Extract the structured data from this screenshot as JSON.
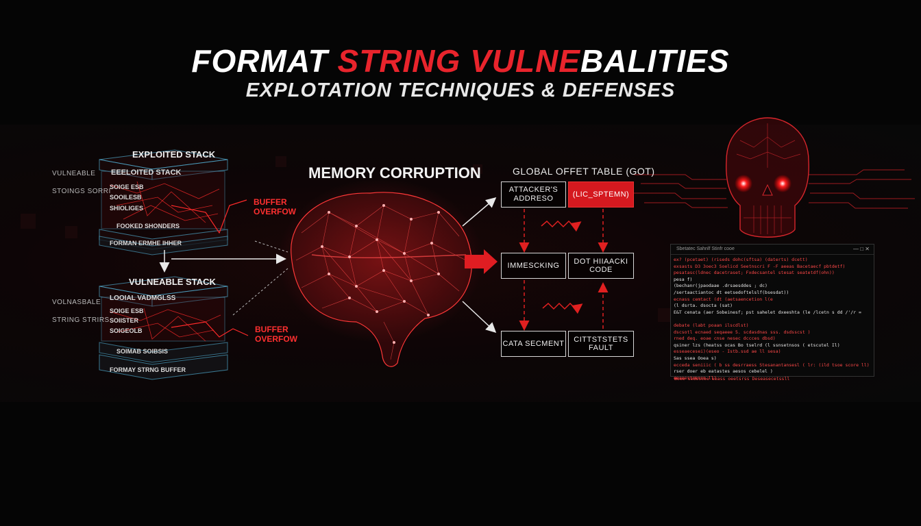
{
  "title": {
    "line1_white": "FORMAT ",
    "line1_red": "STRING VULNE",
    "line1_white2": "BALITIES",
    "line2": "EXPLOTATION TECHNIQUES & DEFENSES"
  },
  "exploited_stack": {
    "title": "EXPLOITED STACK",
    "top_label": "EEELOITED STACK",
    "side_labels": [
      "VULNEABLE",
      "STOINGS SORRI"
    ],
    "slabs": [
      "SOIGE ESB",
      "SOOILESB",
      "SHIOLIGES",
      "FOOKED SHONDERS",
      "FORMAN ERMHE IHHER"
    ],
    "buffer_label": "BUFFER\nOVERFOW"
  },
  "vulnerable_stack": {
    "title": "VULNEABLE STACK",
    "top_label": "LOOIAL VADMGLSS",
    "side_labels": [
      "VOLNASBALE",
      "STRING STRIRS"
    ],
    "slabs": [
      "SOIGE ESB",
      "SOIISTER",
      "SOIGEOLB",
      "SOIMAB SOIBSIS",
      "FORMAY STRNG BUFFER"
    ],
    "buffer_label": "BUFFER\nOVERFOW"
  },
  "memory": {
    "title": "MEMORY CORRUPTION"
  },
  "got": {
    "title": "GLOBAL OFFET TABLE (GOT)",
    "boxes": [
      "ATTACKER'S\nADDRESO",
      "(LIC_SPTEMN)",
      "IMMESCKING",
      "DOT HIIAACKI CODE",
      "CATA SECMENT",
      "CITTSTSTETS FAULT"
    ]
  },
  "terminal": {
    "title": "Sbetatec Sahnlf Stinfr cooe",
    "controls": "—  □  ✕",
    "lines": [
      {
        "t": "ex?   (pcetaet) (riseds dohc(sftsa) (daterts) dcett)",
        "c": "#ff4848"
      },
      {
        "t": "exsasts  D3  3oec3 Soelicd  Seetnscri  F  -F  aeeas  Bacetaecf  pbtdetf)",
        "c": "#ff4848"
      },
      {
        "t": "pesatasc(ldnec dacetraset; Fxdecsantel stesat seatetdf(ohn))",
        "c": "#ff4848"
      },
      {
        "t": "pesa f)",
        "c": "#e8e8e8"
      },
      {
        "t": "(bechanr(jpaodaae .drsaesddes ; dc)",
        "c": "#e8e8e8"
      },
      {
        "t": "/sertaactiantoc dt eetsedoftelslf(bsesdat))",
        "c": "#e8e8e8"
      },
      {
        "t": "ecnass cemtact  (dt  (aetsaencetion l(e",
        "c": "#ff4848"
      },
      {
        "t": "(l dsrta. dsocta (sat)",
        "c": "#e8e8e8"
      },
      {
        "t": "E&T   cenata  (aer Sobeinesf;  pst  sahelet  dxeeshta  (le  /lcetn  s  dd /'/r  =",
        "c": "#e8e8e8"
      },
      {
        "t": "",
        "c": "#e8e8e8"
      },
      {
        "t": "debate  (labt  poaan  ilscdlst)",
        "c": "#ff4848"
      },
      {
        "t": "       dscsotl  ecnaed  seqaeee  5.  scdasdnas  sss. dsdsscst )",
        "c": "#ff4848"
      },
      {
        "t": "          rned  deq.  eoae  cnse  nesec  dccces  dbsd)",
        "c": "#ff4848"
      },
      {
        "t": "          qsiner  lzs  (heatss  ocas  Bo  tselrd  (l  ssnsetnsos  (  etscutel  Il)",
        "c": "#e8e8e8"
      },
      {
        "t": "       esseaecesei)(eseo  -  Istb.ssd  ae  ll  sesa)",
        "c": "#ff4848"
      },
      {
        "t": "             Sas  ssea  Ooea  s)",
        "c": "#e8e8e8"
      },
      {
        "t": "    ecceda         seniiic  (  b  ss  desrraess  Stesanantansesl  (  lr:   (ild  tsoe  score  ll)",
        "c": "#ff4848"
      },
      {
        "t": "   rser  doer  eb  eatastes  aesos  cebelel  )",
        "c": "#e8e8e8"
      },
      {
        "t": "   eesnestsensn  ll)",
        "c": "#ff4848"
      }
    ],
    "footer": "Boee  sedsscee eeass  oeetsrss  Deseasecetssll"
  }
}
